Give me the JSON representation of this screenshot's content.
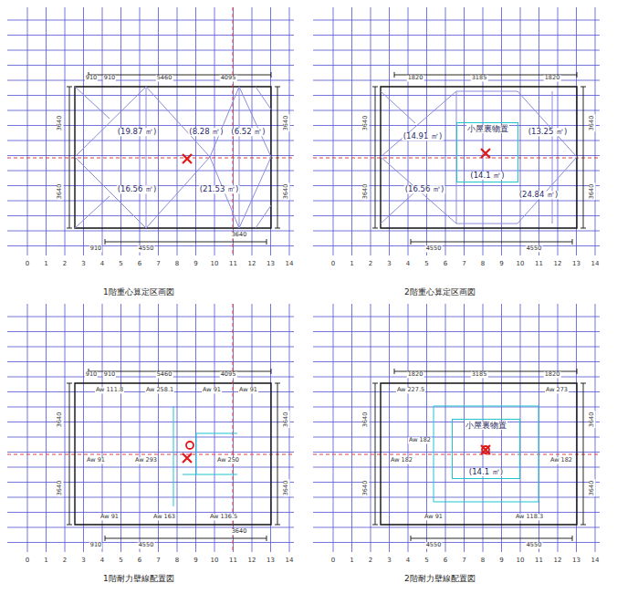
{
  "diagram": {
    "nodes": [
      {
        "text": [
          "小屋裏物置",
          "(14.1 ㎡)"
        ]
      },
      {
        "text": [
          "小屋裏物置",
          "(14.1 ㎡)"
        ]
      }
    ],
    "labels": [
      "1階重心算定区画図",
      "2階重心算定区画図",
      "1階耐力壁線配置図",
      "2階耐力壁線配置図",
      "(19.87 ㎡)",
      "(8.28 ㎡)",
      "(6.52 ㎡)",
      "(16.56 ㎡)",
      "(21.53 ㎡)",
      "(14.91 ㎡)",
      "(13.25 ㎡)",
      "(16.56 ㎡)",
      "(24.84 ㎡)",
      "910",
      "910",
      "5460",
      "4095",
      "3640",
      "3640",
      "3640",
      "3640",
      "910",
      "4550",
      "3640",
      "1820",
      "3185",
      "1820",
      "3640",
      "3640",
      "3640",
      "3640",
      "4550",
      "4550",
      "910",
      "910",
      "5460",
      "4095",
      "3640",
      "3640",
      "3640",
      "3640",
      "910",
      "4550",
      "3640",
      "1820",
      "3185",
      "1820",
      "3640",
      "3640",
      "3640",
      "3640",
      "4550",
      "4550",
      "Aw 111.8",
      "Aw 258.1",
      "Aw 91",
      "Aw 91",
      "Aw 91",
      "Aw 293",
      "Aw 250",
      "Aw 91",
      "Aw 163",
      "Aw 136.5",
      "Aw 227.5",
      "Aw 273",
      "Aw 182",
      "Aw 182",
      "Aw 182",
      "Aw 118.3",
      "Aw 91",
      "0",
      "1",
      "2",
      "3",
      "4",
      "5",
      "6",
      "7",
      "8",
      "9",
      "10",
      "11",
      "12",
      "13",
      "14",
      "0",
      "1",
      "2",
      "3",
      "4",
      "5",
      "6",
      "7",
      "8",
      "9",
      "10",
      "11",
      "12",
      "13",
      "14",
      "0",
      "1",
      "2",
      "3",
      "4",
      "5",
      "6",
      "7",
      "8",
      "9",
      "10",
      "11",
      "12",
      "13",
      "14",
      "0",
      "1",
      "2",
      "3",
      "4",
      "5",
      "6",
      "7",
      "8",
      "9",
      "10",
      "11",
      "12",
      "13",
      "14"
    ]
  }
}
